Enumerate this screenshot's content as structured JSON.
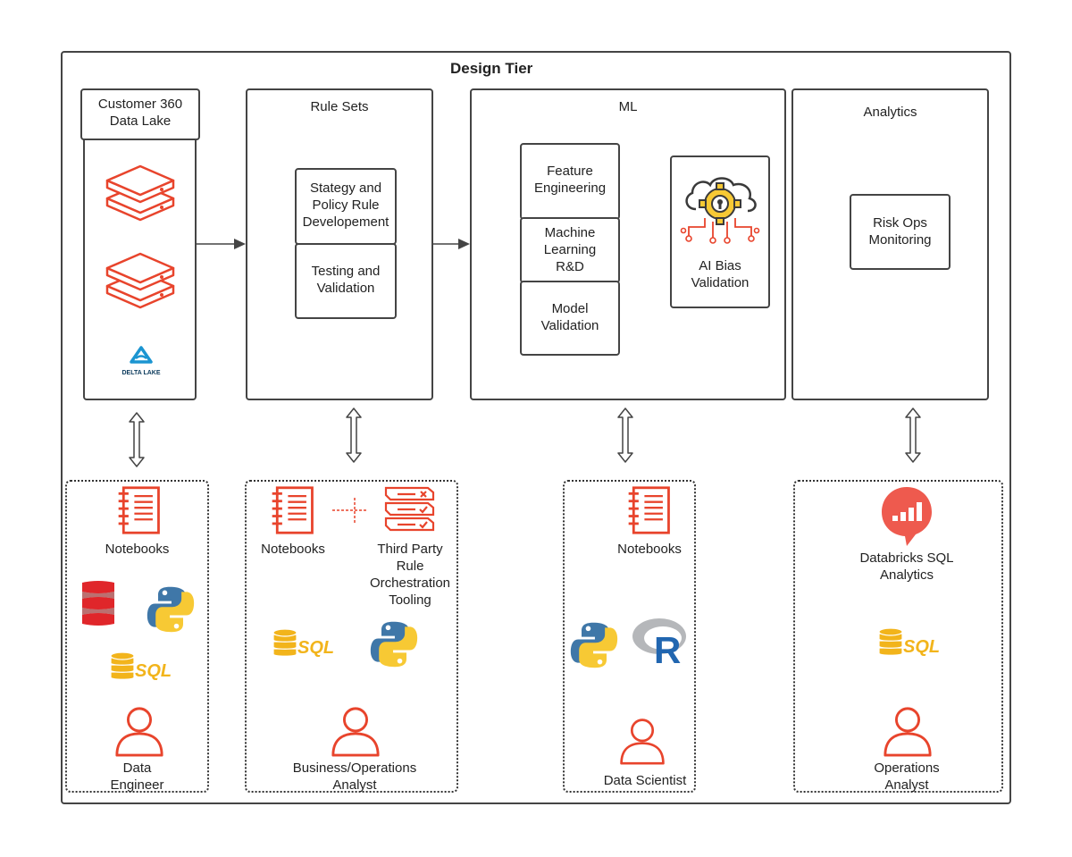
{
  "title": "Design Tier",
  "colors": {
    "accent_red": "#e8442c",
    "python_blue": "#3f77a8",
    "python_yellow": "#f7c934",
    "sql_gold": "#f2b41b",
    "delta_blue": "#1b95d1",
    "r_blue": "#2166b0"
  },
  "panels": {
    "datalake": {
      "header": "Customer 360\nData Lake",
      "delta_text": "DELTA LAKE",
      "icons": [
        "database-server-icon",
        "database-server-icon",
        "delta-lake-logo-icon"
      ]
    },
    "rulesets": {
      "header": "Rule Sets",
      "box1": "Stategy and\nPolicy Rule\nDevelopement",
      "box2": "Testing and\nValidation"
    },
    "ml": {
      "header": "ML",
      "box1": "Feature\nEngineering",
      "box2": "Machine\nLearning\nR&D",
      "box3": "Model\nValidation",
      "ai_bias": "AI Bias\nValidation"
    },
    "analytics": {
      "header": "Analytics",
      "box1": "Risk Ops\nMonitoring"
    }
  },
  "personas": {
    "engineer": {
      "notebooks": "Notebooks",
      "sql": "SQL",
      "role": "Data\nEngineer",
      "icons": [
        "notebook-icon",
        "scala-icon",
        "python-icon",
        "sql-icon",
        "user-icon"
      ]
    },
    "analyst": {
      "notebooks": "Notebooks",
      "tooling": "Third Party\nRule\nOrchestration\nTooling",
      "sql": "SQL",
      "role": "Business/Operations\nAnalyst",
      "icons": [
        "notebook-icon",
        "checklist-icon",
        "sql-icon",
        "python-icon",
        "user-icon"
      ]
    },
    "scientist": {
      "notebooks": "Notebooks",
      "r_letter": "R",
      "role": "Data Scientist",
      "icons": [
        "notebook-icon",
        "python-icon",
        "r-logo-icon",
        "user-icon"
      ]
    },
    "operations": {
      "sql_analytics": "Databricks SQL\nAnalytics",
      "sql": "SQL",
      "role": "Operations\nAnalyst",
      "icons": [
        "sql-analytics-icon",
        "sql-icon",
        "user-icon"
      ]
    }
  }
}
